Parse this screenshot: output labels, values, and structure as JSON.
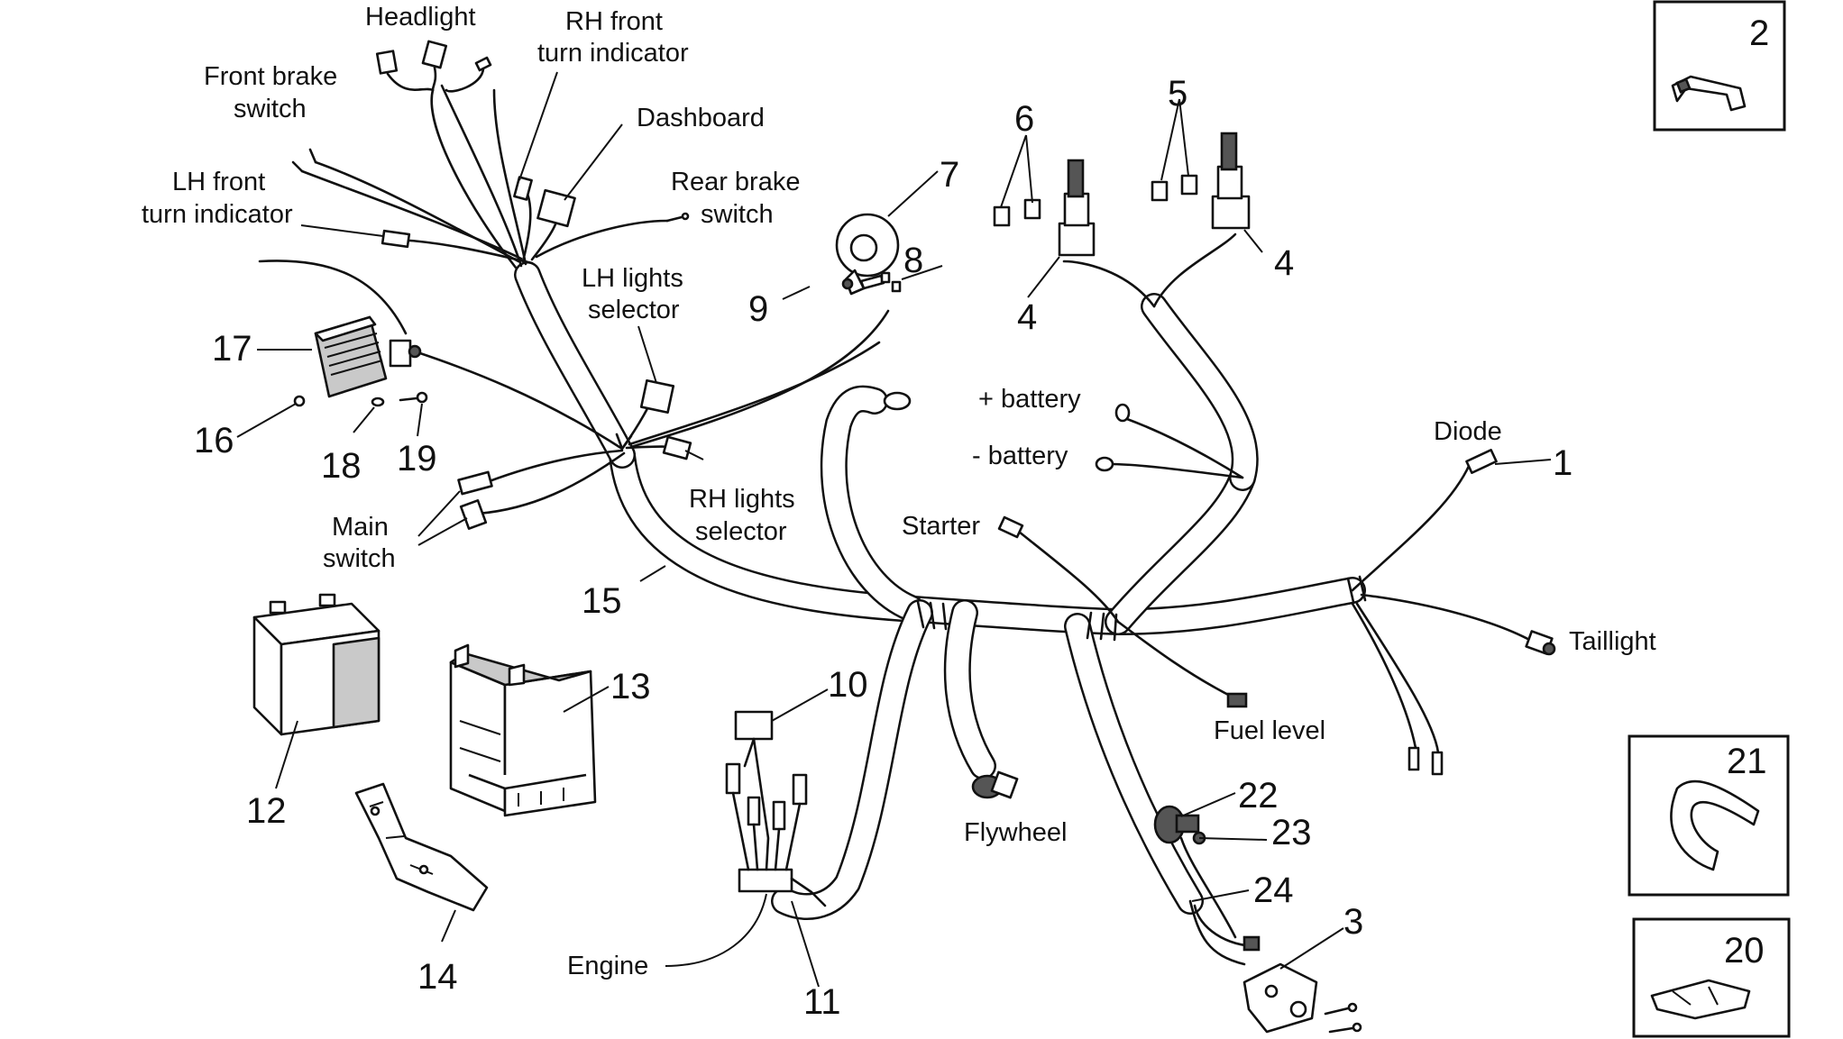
{
  "labels": {
    "headlight": "Headlight",
    "rh_front_turn_1": "RH front",
    "rh_front_turn_2": "turn indicator",
    "front_brake_1": "Front brake",
    "front_brake_2": "switch",
    "dashboard": "Dashboard",
    "rear_brake_1": "Rear brake",
    "rear_brake_2": "switch",
    "lh_front_turn_1": "LH front",
    "lh_front_turn_2": "turn indicator",
    "lh_lights_1": "LH lights",
    "lh_lights_2": "selector",
    "rh_lights_1": "RH lights",
    "rh_lights_2": "selector",
    "main_switch_1": "Main",
    "main_switch_2": "switch",
    "plus_battery": "+  battery",
    "minus_battery": "-  battery",
    "starter": "Starter",
    "diode": "Diode",
    "taillight": "Taillight",
    "fuel_level": "Fuel level",
    "flywheel": "Flywheel",
    "engine": "Engine"
  },
  "numbers": {
    "n1": "1",
    "n2": "2",
    "n3": "3",
    "n4a": "4",
    "n4b": "4",
    "n5": "5",
    "n6": "6",
    "n7": "7",
    "n8": "8",
    "n9": "9",
    "n10": "10",
    "n11": "11",
    "n12": "12",
    "n13": "13",
    "n14": "14",
    "n15": "15",
    "n16": "16",
    "n17": "17",
    "n18": "18",
    "n19": "19",
    "n20": "20",
    "n21": "21",
    "n22": "22",
    "n23": "23",
    "n24": "24"
  }
}
